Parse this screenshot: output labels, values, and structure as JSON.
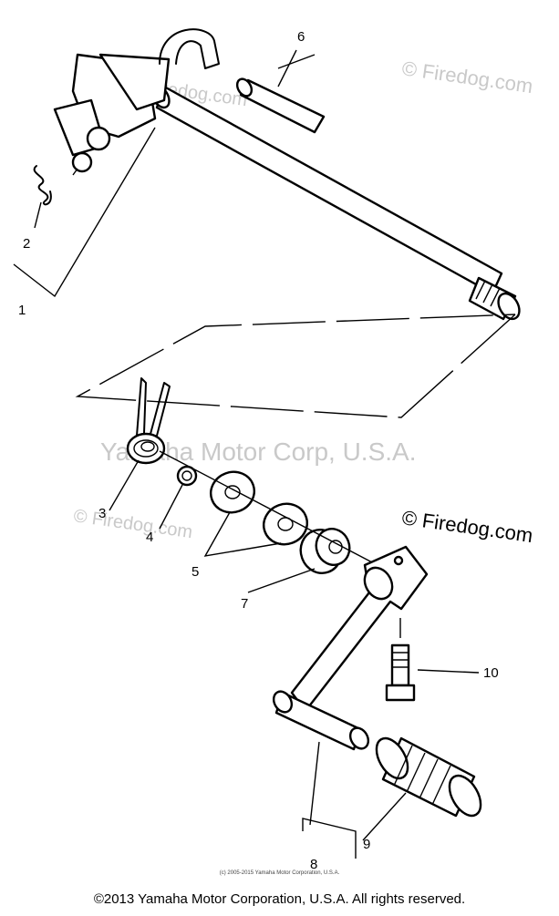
{
  "callouts": {
    "c1": "1",
    "c2": "2",
    "c3": "3",
    "c4": "4",
    "c5": "5",
    "c6": "6",
    "c7": "7",
    "c8": "8",
    "c9": "9",
    "c10": "10"
  },
  "watermarks": {
    "firedog_top": "© Firedog.com",
    "firedog_mid_right": "© Firedog.com",
    "firedog_mid_left": "© Firedog.com",
    "firedog_upper_left": "© Firedog.com",
    "yamaha": "Yamaha Motor Corp, U.S.A."
  },
  "small_credit": "(c) 2005-2015 Yamaha Motor Corporation, U.S.A.",
  "copyright": "©2013 Yamaha Motor Corporation, U.S.A. All rights reserved."
}
